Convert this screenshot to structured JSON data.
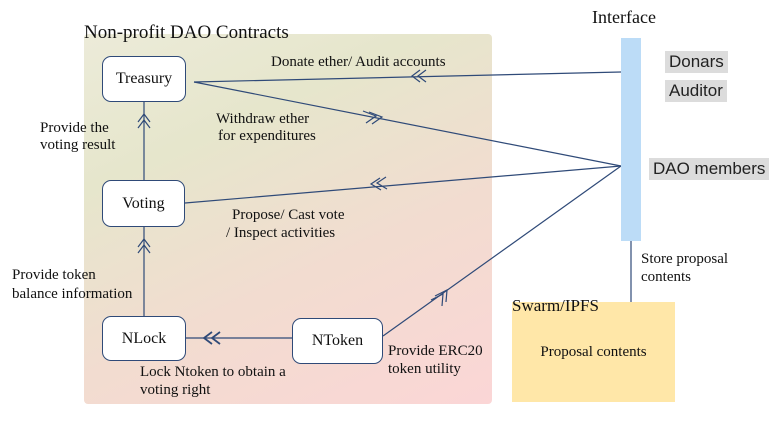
{
  "contracts": {
    "title": "Non-profit DAO Contracts",
    "boxes": {
      "treasury": "Treasury",
      "voting": "Voting",
      "nlock": "NLock",
      "ntoken": "NToken"
    }
  },
  "interface": {
    "title": "Interface",
    "roles": [
      "Donars",
      "Auditor",
      "DAO members"
    ]
  },
  "storage": {
    "title": "Swarm/IPFS",
    "content": "Proposal contents"
  },
  "edge_labels": {
    "donate": "Donate ether/ Audit accounts",
    "withdraw_1": "Withdraw ether",
    "withdraw_2": "for expenditures",
    "voting_result_1": "Provide the",
    "voting_result_2": "voting result",
    "propose_1": "Propose/ Cast vote",
    "propose_2": "/ Inspect activities",
    "balance_1": "Provide token",
    "balance_2": "balance information",
    "store_1": "Store proposal",
    "store_2": "contents",
    "lock_1": "Lock Ntoken to obtain a",
    "lock_2": "voting right",
    "erc20_1": "Provide ERC20",
    "erc20_2": "token utility"
  },
  "colors": {
    "line": "#2f4a78",
    "interface_bar": "#bcdcf7",
    "storage_fill": "#ffe7a8",
    "role_highlight": "#dcdcdc"
  }
}
